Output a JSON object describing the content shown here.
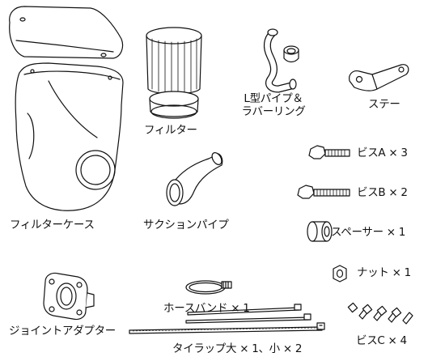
{
  "parts": {
    "filter_case": "フィルターケース",
    "filter": "フィルター",
    "l_pipe_line1": "L型パイプ＆",
    "l_pipe_line2": "ラバーリング",
    "stay": "ステー",
    "screw_a": "ビスA × 3",
    "screw_b": "ビスB × 2",
    "spacer": "スペーサー × 1",
    "nut": "ナット × 1",
    "suction_pipe": "サクションパイプ",
    "hose_band": "ホースバンド × 1",
    "joint_adapter": "ジョイントアダプター",
    "tie_wrap": "タイラップ大 × 1、小 × 2",
    "screw_c": "ビスC × 4"
  },
  "colors": {
    "ink": "#111111",
    "fill": "#ffffff",
    "shade": "#9a9a9a"
  }
}
